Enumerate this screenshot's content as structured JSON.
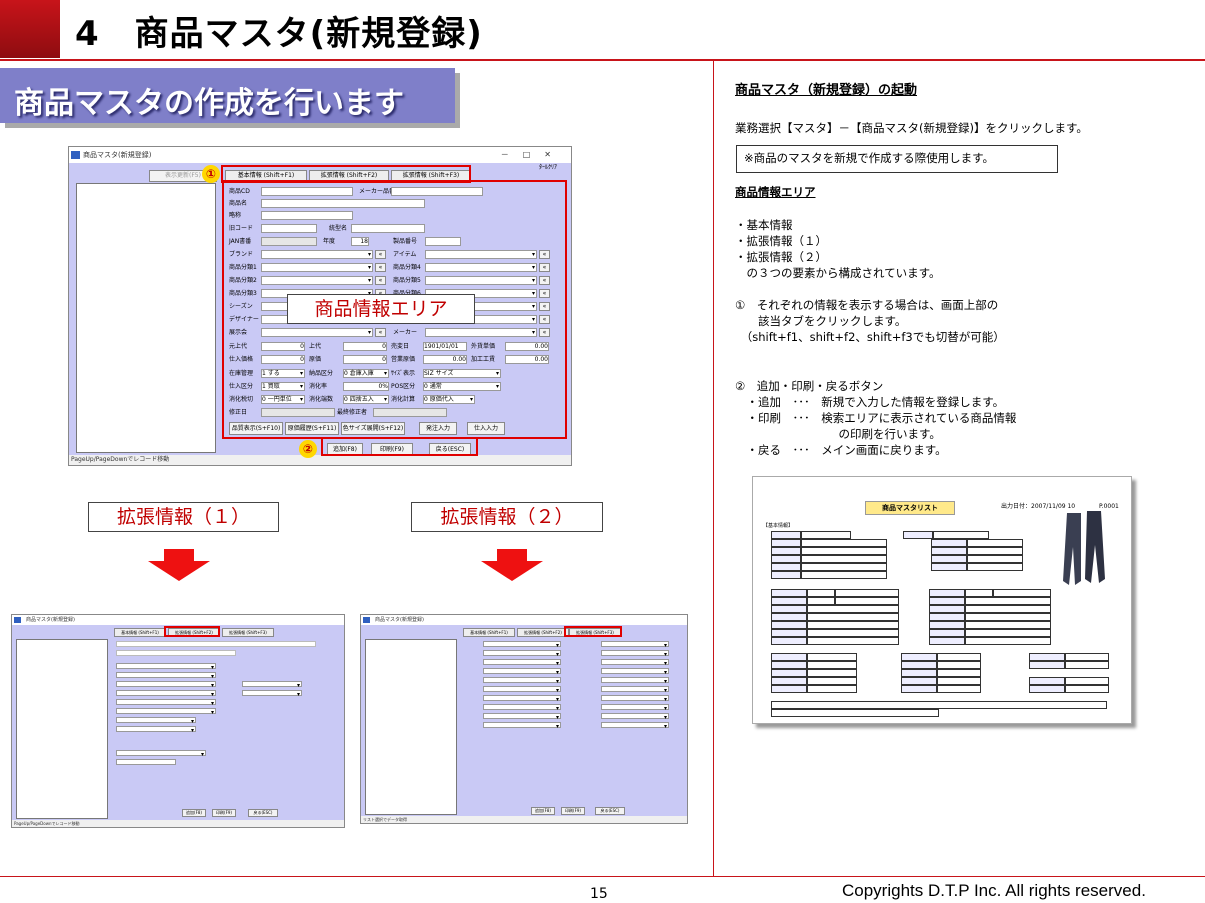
{
  "header": {
    "title": "4　商品マスタ(新規登録)"
  },
  "banner": {
    "text": "商品マスタの作成を行います"
  },
  "main_window": {
    "title": "商品マスタ(新規登録)",
    "close_all": "ﾀｰﾙｸﾘｱ",
    "show_update": "表示更新(F5)",
    "tabs": [
      "基本情報 (Shift+F1)",
      "拡張情報 (Shift+F2)",
      "拡張情報 (Shift+F3)"
    ],
    "fields": {
      "product_cd": "商品CD",
      "maker_no": "メーカー品番",
      "product_name": "商品名",
      "short_name": "略称",
      "old_code": "旧コード",
      "model_name": "統型名",
      "jan": "JAN書番",
      "year": "年度",
      "year_val": "18",
      "seihin_no": "製品番号",
      "brand": "ブランド",
      "item": "アイテム",
      "cat1": "商品分類1",
      "cat2": "商品分類2",
      "cat3": "商品分類3",
      "cat4": "商品分類4",
      "cat5": "商品分類5",
      "cat6": "商品分類6",
      "season": "シーズン",
      "designer": "デザイナー",
      "exhibit": "展示会",
      "maker": "メーカー",
      "motojodai": "元上代",
      "jodai": "上代",
      "jodai_val": "0",
      "motojodai_val": "0",
      "change_date": "売変日",
      "change_date_val": "1901/01/01",
      "gaika": "外貨単価",
      "gaika_val": "0.00",
      "shire": "仕入価格",
      "shire_val": "0",
      "genka": "原価",
      "genka_val": "0",
      "eigyo": "営業原価",
      "eigyo_val": "0.00",
      "kako": "加工工賃",
      "kako_val": "0.00",
      "zaiko": "在庫管理",
      "zaiko_val": "1 する",
      "nohin": "納品区分",
      "nohin_val": "0 倉庫入庫",
      "size_disp": "ｻｲｽﾞ表示",
      "size_disp_val": "SIZ サイズ",
      "shire_kbn": "仕入区分",
      "shire_kbn_val": "1 買取",
      "shohizei": "消化率",
      "shohizei_val": "0%",
      "pos": "POS区分",
      "pos_val": "0 通常",
      "tax_round": "消化税切",
      "tax_round_val": "0 一円単位",
      "tax_digits": "消化端数",
      "tax_digits_val": "0 四捨五入",
      "tax_calc": "消化計算",
      "tax_calc_val": "0 原価代入",
      "shusei": "修正日",
      "last_shusei": "最終修正者"
    },
    "bottom_buttons": [
      "品質表示(S+F10)",
      "原価履歴(S+F11)",
      "色サイズ展開(S+F12)",
      "発注入力",
      "仕入入力"
    ],
    "action_buttons": [
      "追加(F8)",
      "印刷(F9)",
      "戻る(ESC)"
    ],
    "status": "PageUp/PageDownでレコード移動",
    "area_label": "商品情報エリア",
    "markers": [
      "①",
      "②"
    ]
  },
  "ext_labels": [
    "拡張情報（１）",
    "拡張情報（２）"
  ],
  "ext_window1": {
    "title": "商品マスタ(新規登録)",
    "tabs": [
      "基本情報 (Shift+F1)",
      "拡張情報 (Shift+F2)",
      "拡張情報 (Shift+F3)"
    ],
    "status": "PageUp/PageDownでレコード移動",
    "buttons": [
      "追加(F8)",
      "印刷(F9)",
      "戻る(ESC)"
    ]
  },
  "ext_window2": {
    "title": "商品マスタ(新規登録)",
    "tabs": [
      "基本情報 (Shift+F1)",
      "拡張情報 (Shift+F2)",
      "拡張情報 (Shift+F3)"
    ],
    "status": "リスト選択でデータ取得",
    "buttons": [
      "追加(F8)",
      "印刷(F9)",
      "戻る(ESC)"
    ]
  },
  "right": {
    "h1": "商品マスタ（新規登録）の起動",
    "p1": "業務選択【マスタ】－【商品マスタ(新規登録)】をクリックします。",
    "note": "※商品のマスタを新規で作成する際使用します。",
    "h2": "商品情報エリア",
    "l1": "・基本情報",
    "l2": "・拡張情報（１）",
    "l3": "・拡張情報（２）",
    "l4": "　の３つの要素から構成されています。",
    "s1a": "①　それぞれの情報を表示する場合は、画面上部の",
    "s1b": "　　該当タブをクリックします。",
    "s1c": "　（shift+f1、shift+f2、shift+f3でも切替が可能）",
    "s2a": "②　追加・印刷・戻るボタン",
    "s2b": "　・追加　･･･　新規で入力した情報を登録します。",
    "s2c": "　・印刷　･･･　検索エリアに表示されている商品情報",
    "s2d": "　　　　　　　　　の印刷を行います。",
    "s2e": "　・戻る　･･･　メイン画面に戻ります。"
  },
  "report": {
    "title": "商品マスタリスト",
    "printed": "出力日付：2007/11/09 10",
    "page": "P.0001",
    "section": "【基本情報】"
  },
  "footer": {
    "page": "15",
    "copyright": "Copyrights  D.T.P Inc. All rights reserved."
  }
}
